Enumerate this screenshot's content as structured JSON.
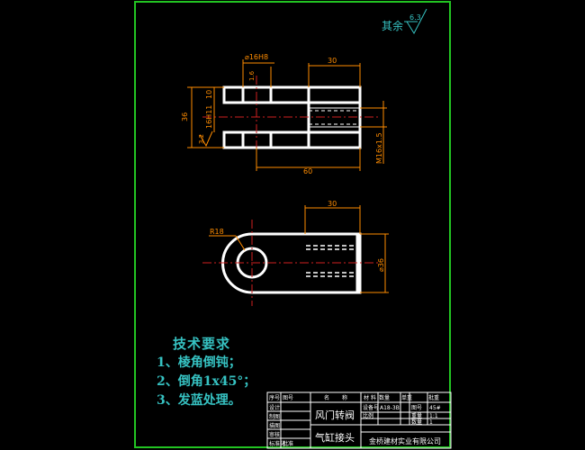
{
  "surface": {
    "label": "其余",
    "value": "6.3"
  },
  "dims": {
    "phi16h8": "⌀16H8",
    "top30": "30",
    "height36": "36",
    "slot16h11": "16H11",
    "slot10": "10",
    "angle16": "1.6",
    "rough32": "3.2",
    "length60": "60",
    "thread": "M16x1.5",
    "bottom30": "30",
    "r18": "R18",
    "phi36": "⌀36"
  },
  "tech": {
    "title": "技术要求",
    "items": [
      "1、棱角倒钝；",
      "2、倒角1x45°；",
      "3、发蓝处理。"
    ]
  },
  "title_block": {
    "hdr1": "序号",
    "hdr2": "图号",
    "hdr3": "名",
    "hdr4": "称",
    "hdr5": "材",
    "hdr6": "料",
    "hdr7": "数量",
    "hdr8": "单重",
    "hdr9": "批重",
    "r1": "设计",
    "r2": "制图",
    "r3": "描图",
    "r4": "审核",
    "r5": "标准化",
    "r6": "批准",
    "product": "风门转阀",
    "part": "气缸接头",
    "drawno_label": "设备号",
    "drawno": "A18-3B",
    "ratio_label": "比例",
    "sheet_label": "图号",
    "material": "45#",
    "weight_label": "重量",
    "qty_label": "数量",
    "mark1": "1:1",
    "mark2": "1",
    "company": "金桥建材实业有限公司"
  },
  "colors": {
    "frame": "#22c322",
    "outline": "#ffffff",
    "centerline": "#d02020",
    "dimension": "#ff8c00",
    "text": "#36c2c2"
  }
}
